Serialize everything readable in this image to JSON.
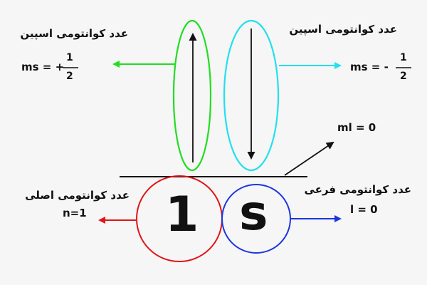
{
  "spin_up": {
    "label": "عدد کوانتومی اسپین",
    "eq_prefix": "ms = +",
    "numerator": "1",
    "denominator": "2",
    "color": "#22dd22"
  },
  "spin_down": {
    "label": "عدد کوانتومی اسپین",
    "eq_prefix": "ms = -",
    "numerator": "1",
    "denominator": "2",
    "color": "#22e0ee"
  },
  "magnetic": {
    "label": "ml = 0"
  },
  "principal": {
    "label": "عدد کوانتومی اصلی",
    "value": "n=1",
    "symbol": "1",
    "color": "#e01515"
  },
  "azimuthal": {
    "label": "عدد کوانتومی فرعی",
    "value": "l = 0",
    "symbol": "s",
    "color": "#1a35e0"
  },
  "colors": {
    "line": "#111111",
    "background": "#f6f6f6"
  }
}
